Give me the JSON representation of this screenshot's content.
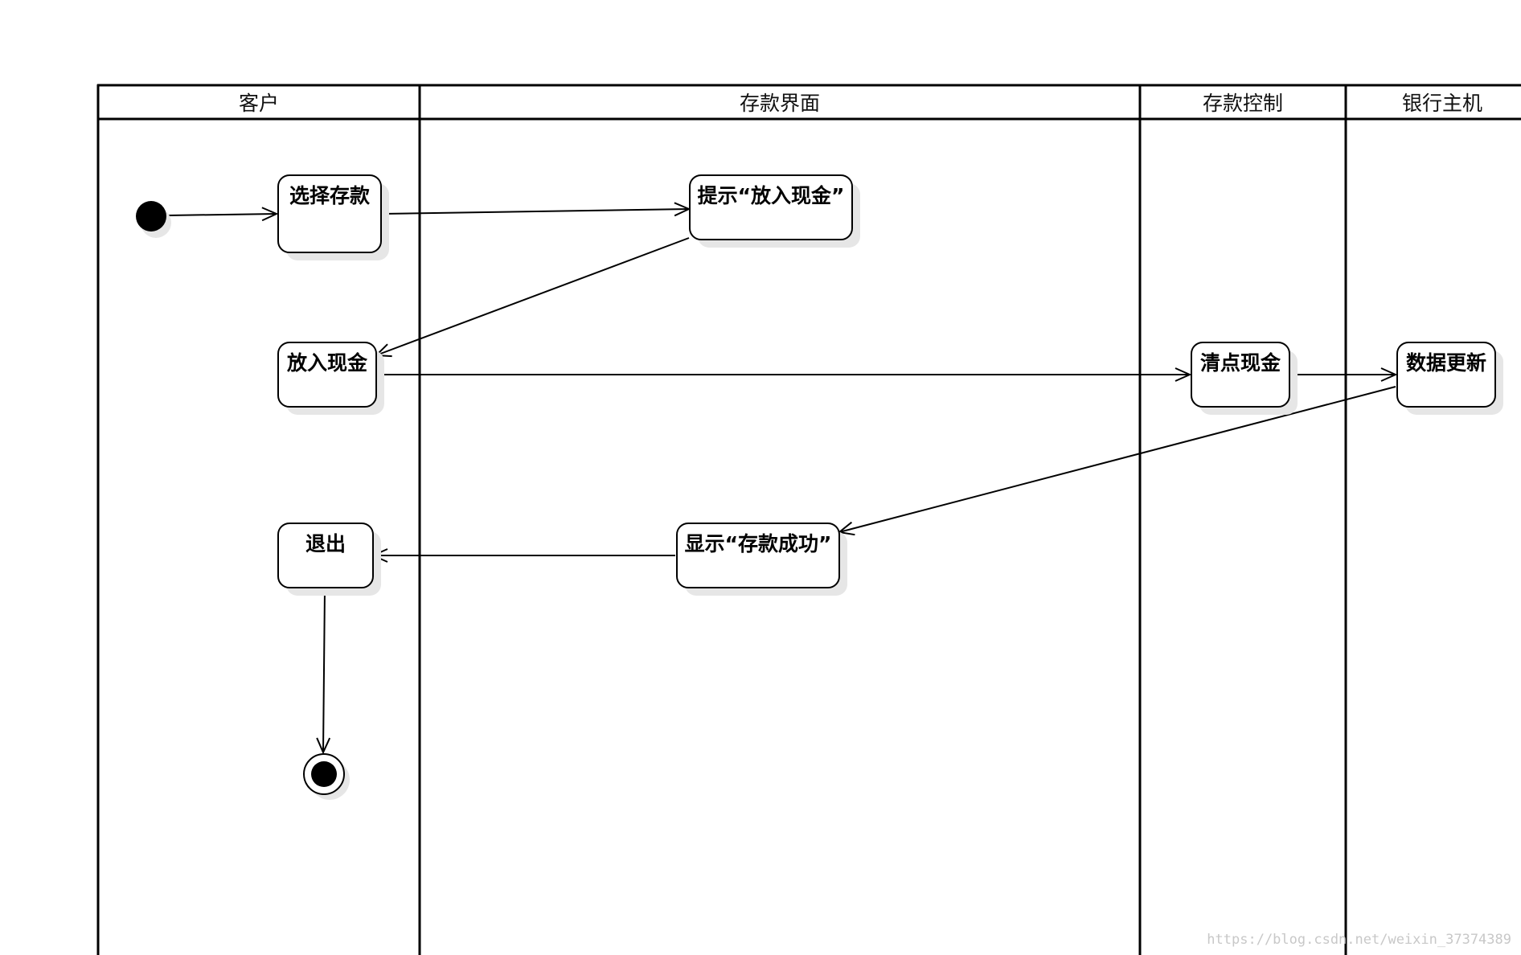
{
  "diagram": {
    "type": "uml-activity-swimlane",
    "lanes": [
      {
        "id": "customer",
        "title": "客户"
      },
      {
        "id": "deposit-ui",
        "title": "存款界面"
      },
      {
        "id": "deposit-control",
        "title": "存款控制"
      },
      {
        "id": "bank-host",
        "title": "银行主机"
      }
    ],
    "nodes": [
      {
        "id": "start",
        "kind": "initial",
        "lane": "customer"
      },
      {
        "id": "select-deposit",
        "kind": "action",
        "lane": "customer",
        "label": "选择存款"
      },
      {
        "id": "prompt-cash",
        "kind": "action",
        "lane": "deposit-ui",
        "label": "提示“放入现金”"
      },
      {
        "id": "insert-cash",
        "kind": "action",
        "lane": "customer",
        "label": "放入现金"
      },
      {
        "id": "count-cash",
        "kind": "action",
        "lane": "deposit-control",
        "label": "清点现金"
      },
      {
        "id": "update-data",
        "kind": "action",
        "lane": "bank-host",
        "label": "数据更新"
      },
      {
        "id": "show-success",
        "kind": "action",
        "lane": "deposit-ui",
        "label": "显示“存款成功”"
      },
      {
        "id": "exit",
        "kind": "action",
        "lane": "customer",
        "label": "退出"
      },
      {
        "id": "end",
        "kind": "final",
        "lane": "customer"
      }
    ],
    "edges": [
      {
        "from": "start",
        "to": "select-deposit"
      },
      {
        "from": "select-deposit",
        "to": "prompt-cash"
      },
      {
        "from": "prompt-cash",
        "to": "insert-cash"
      },
      {
        "from": "insert-cash",
        "to": "count-cash"
      },
      {
        "from": "count-cash",
        "to": "update-data"
      },
      {
        "from": "update-data",
        "to": "show-success"
      },
      {
        "from": "show-success",
        "to": "exit"
      },
      {
        "from": "exit",
        "to": "end"
      }
    ]
  },
  "watermark": "https://blog.csdn.net/weixin_37374389",
  "colors": {
    "line": "#000000",
    "shadow": "#e6e6e6",
    "background": "#ffffff"
  }
}
